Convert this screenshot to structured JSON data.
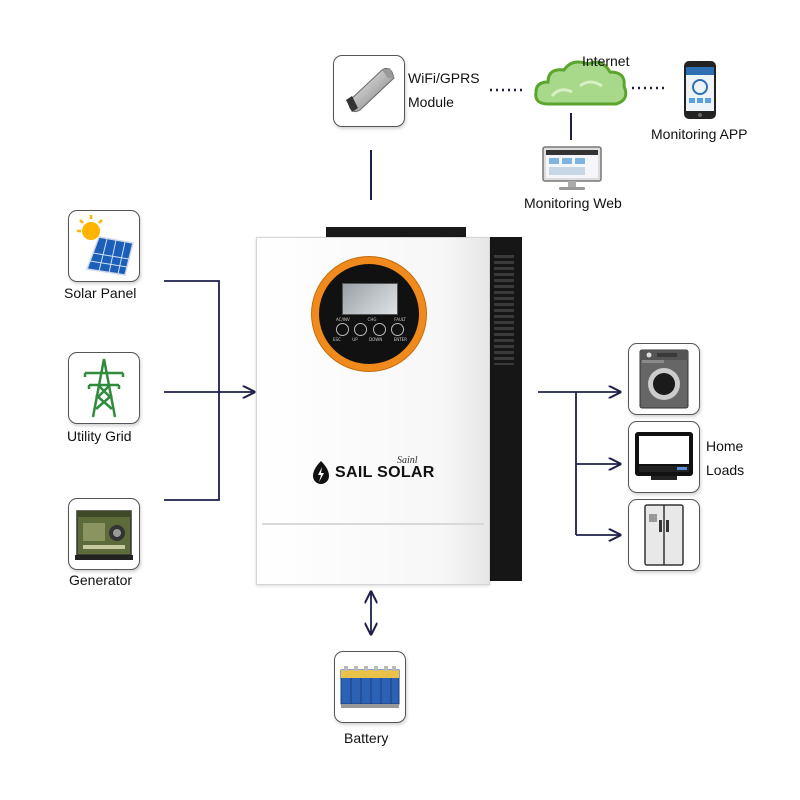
{
  "nodes": {
    "wifi_module": {
      "line1": "WiFi/GPRS",
      "line2": "Module",
      "icon": "wifi-gprs-module-icon"
    },
    "internet": {
      "label": "Internet",
      "icon": "cloud-icon"
    },
    "monitoring_app": {
      "label": "Monitoring APP",
      "icon": "smartphone-icon"
    },
    "monitoring_web": {
      "label": "Monitoring Web",
      "icon": "computer-monitor-icon"
    },
    "solar_panel": {
      "label": "Solar Panel",
      "icon": "solar-panel-icon"
    },
    "utility_grid": {
      "label": "Utility Grid",
      "icon": "power-tower-icon"
    },
    "generator": {
      "label": "Generator",
      "icon": "generator-icon"
    },
    "battery": {
      "label": "Battery",
      "icon": "battery-icon"
    },
    "home_loads": {
      "line1": "Home",
      "line2": "Loads",
      "icons": [
        "washing-machine-icon",
        "tv-icon",
        "refrigerator-icon"
      ]
    }
  },
  "inverter": {
    "brand": "SAIL SOLAR",
    "signature": "Sainl",
    "screen": {
      "indicators": [
        "AC/INV",
        "CHG",
        "FAULT"
      ],
      "buttons": [
        "ESC",
        "UP",
        "DOWN",
        "ENTER"
      ]
    }
  },
  "colors": {
    "line": "#1d1f4a",
    "ring": "#f08a1c",
    "cloud": "#6cb53c",
    "dots": "#1d1f4a"
  }
}
